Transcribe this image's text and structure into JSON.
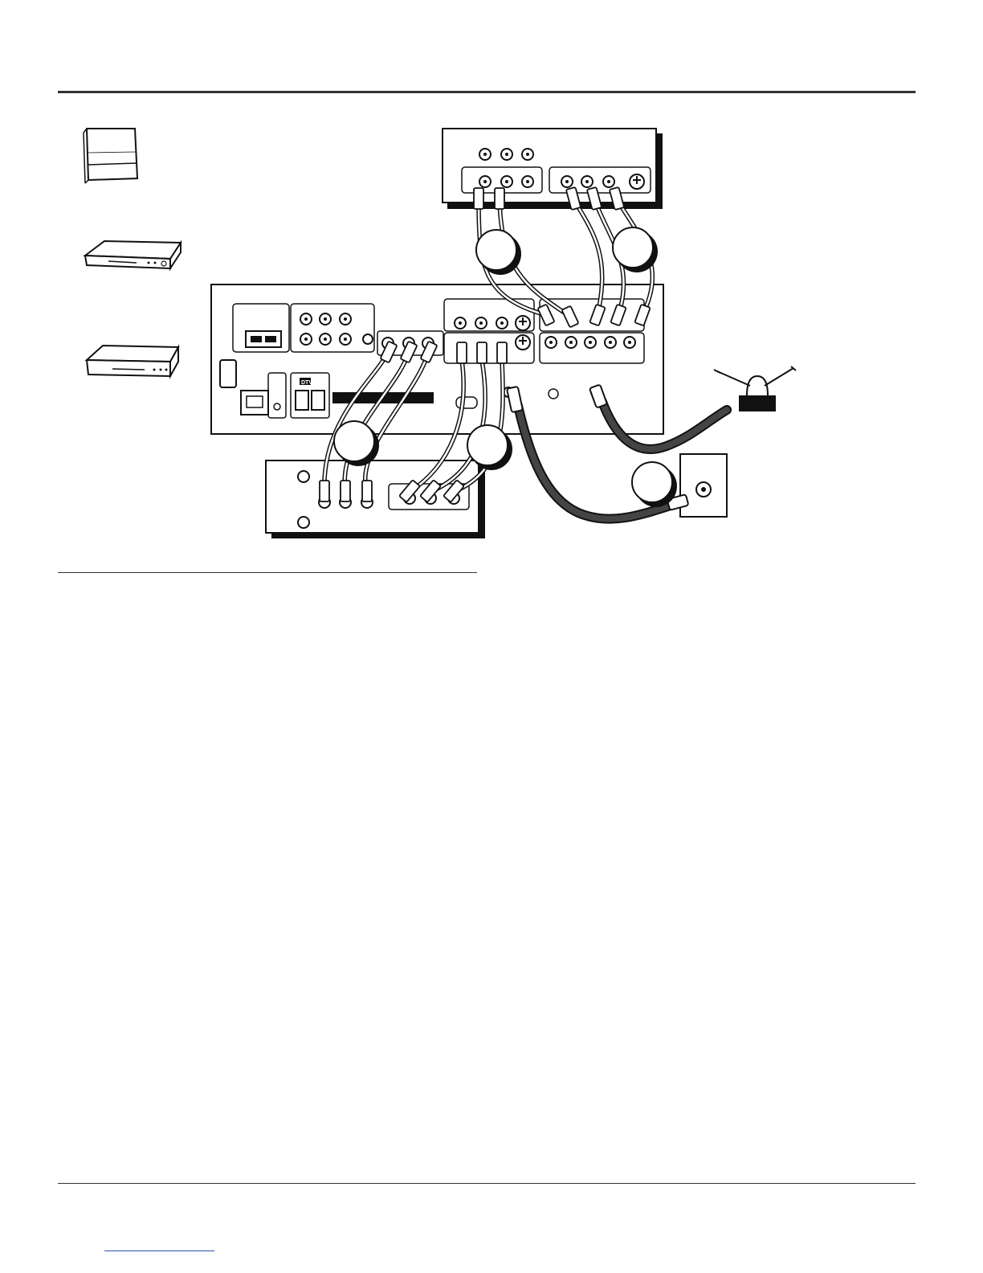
{
  "page": {
    "footer_link_color": "#2a4fb0"
  },
  "devices": [
    {
      "name": "cable-box-icon"
    },
    {
      "name": "dvd-player-icon"
    },
    {
      "name": "vcr-icon"
    }
  ],
  "diagram": {
    "badges": [
      {
        "id": "badge-a",
        "label": ""
      },
      {
        "id": "badge-b",
        "label": ""
      },
      {
        "id": "badge-c",
        "label": ""
      },
      {
        "id": "badge-d",
        "label": ""
      },
      {
        "id": "badge-e",
        "label": ""
      }
    ],
    "panel_labels": {
      "dtv_logo": "DTV"
    }
  }
}
